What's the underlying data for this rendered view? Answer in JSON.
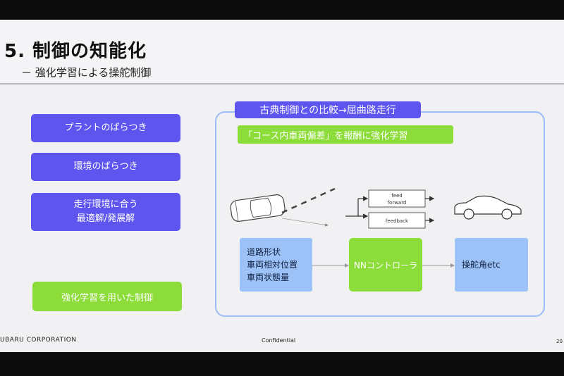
{
  "slide": {
    "title": "5. 制御の知能化",
    "subtitle": "－ 強化学習による操舵制御"
  },
  "left_column": {
    "items": [
      "プラントのばらつき",
      "環境のばらつき"
    ],
    "item3_line1": "走行環境に合う",
    "item3_line2": "最適解/発展解",
    "result": "強化学習を用いた制御"
  },
  "right_panel": {
    "title": "古典制御との比較→屈曲路走行",
    "reward": "「コース内車両偏差」を報酬に強化学習",
    "block_feedforward_line1": "feed",
    "block_feedforward_line2": "forward",
    "block_feedback": "feedback",
    "inputs_line1": "道路形状",
    "inputs_line2": "車両相対位置",
    "inputs_line3": "車両状態量",
    "controller": "NNコントローラ",
    "output": "操舵角etc"
  },
  "footer": {
    "company": "UBARU CORPORATION",
    "confidential": "Confidential",
    "page": "20"
  },
  "colors": {
    "purple": "#5d55ee",
    "green": "#8ddd3a",
    "light_blue": "#9cc2f7",
    "panel_border": "#9bbcf4",
    "arrow": "#8fc3f2"
  }
}
